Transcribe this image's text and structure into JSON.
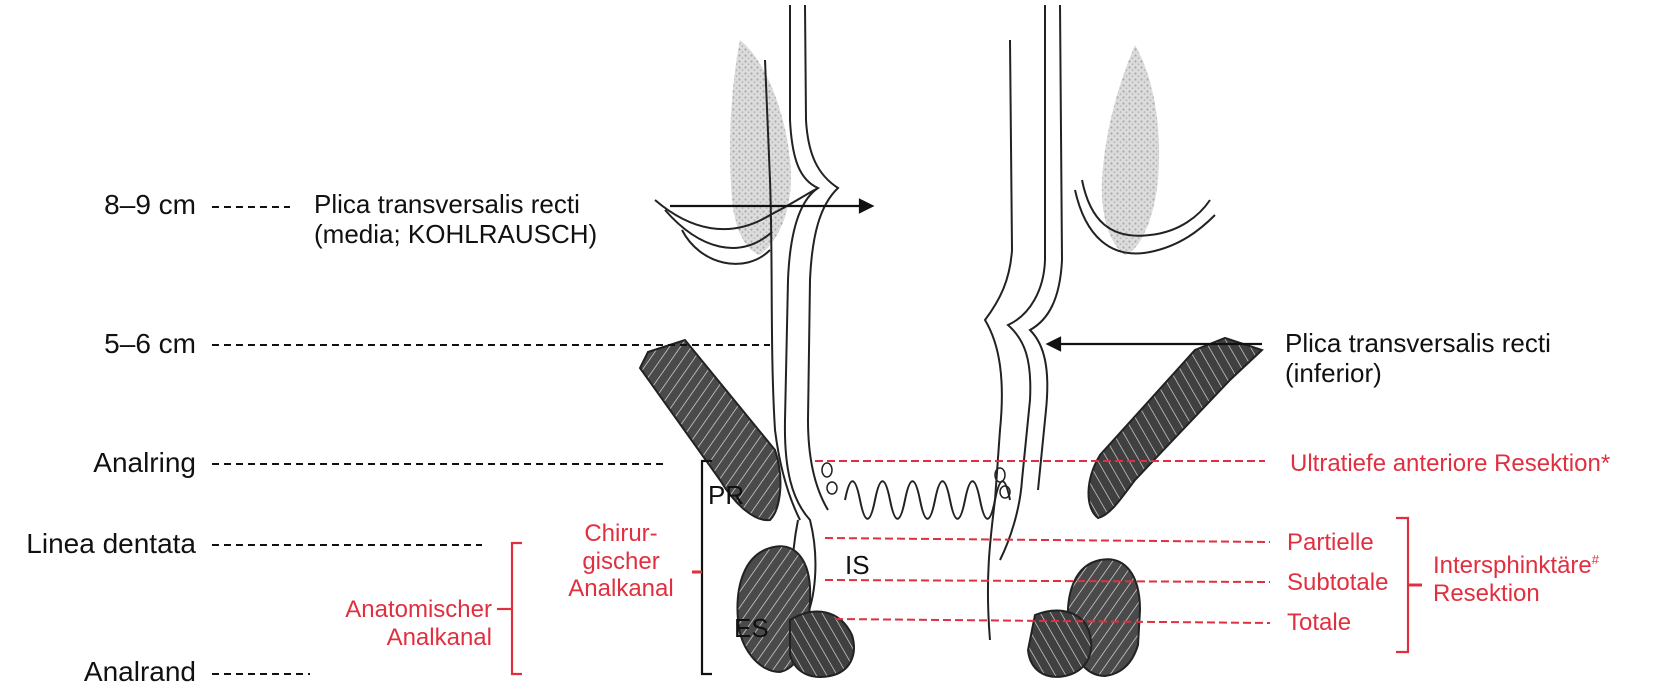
{
  "levels": {
    "l1": "8–9 cm",
    "l2": "5–6 cm",
    "l3": "Analring",
    "l4": "Linea dentata",
    "l5": "Analrand"
  },
  "plica_media": {
    "line1": "Plica transversalis recti",
    "line2": "(media; KOHLRAUSCH)"
  },
  "plica_inferior": {
    "line1": "Plica transversalis recti",
    "line2": "(inferior)"
  },
  "muscles": {
    "pr": "PR",
    "is": "IS",
    "es": "ES"
  },
  "canal": {
    "surgical": [
      "Chirur-",
      "gischer",
      "Analkanal"
    ],
    "anatomical": [
      "Anatomischer",
      "Analkanal"
    ]
  },
  "resections": {
    "ultralow": "Ultratiefe anteriore Resektion*",
    "partial": "Partielle",
    "subtotal": "Subtotale",
    "total": "Totale",
    "group_line1": "Intersphinktäre",
    "group_sup": "#",
    "group_line2": "Resektion"
  },
  "colors": {
    "ink": "#111111",
    "accent": "#e03040",
    "muscle": "#3a3a3a",
    "fat_shading": "#b9b9b9"
  }
}
